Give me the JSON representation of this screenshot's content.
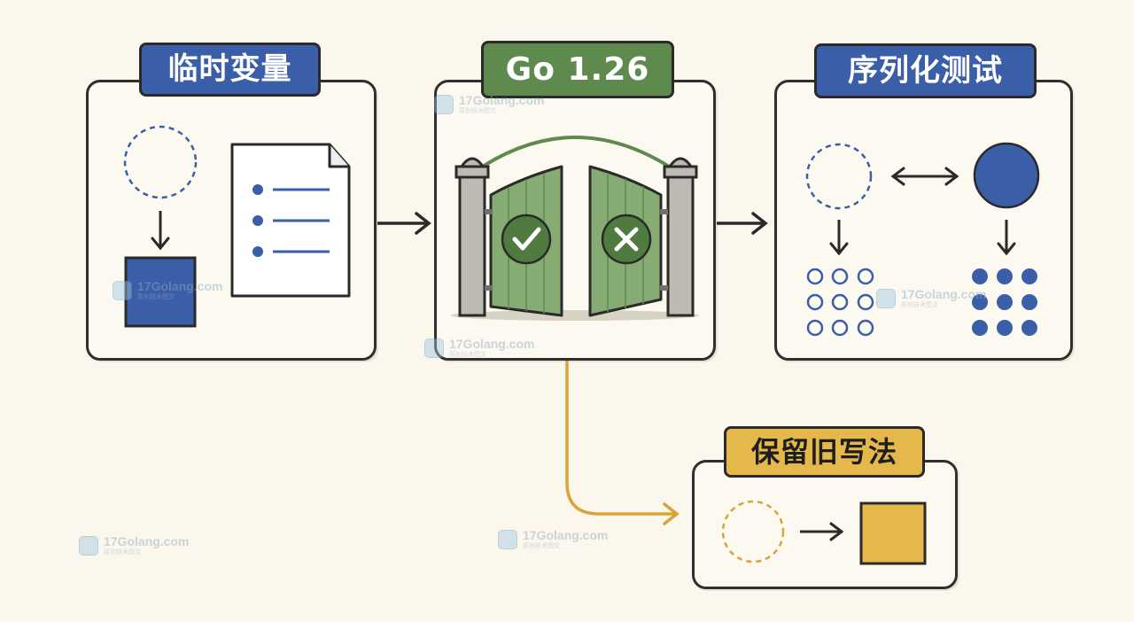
{
  "labels": {
    "temp_var": "临时变量",
    "go_version": "Go 1.26",
    "serialize_test": "序列化测试",
    "keep_old": "保留旧写法"
  },
  "watermark": {
    "site": "17Golang.com",
    "sub": "原创技术图文"
  },
  "icons": {
    "check": "check-icon",
    "cross": "x-icon",
    "gate": "gate-icon",
    "document": "document-icon"
  },
  "colors": {
    "blue": "#3b5ea8",
    "green": "#5f8a4e",
    "gold": "#e5b84c",
    "background": "#fbf7ec"
  }
}
